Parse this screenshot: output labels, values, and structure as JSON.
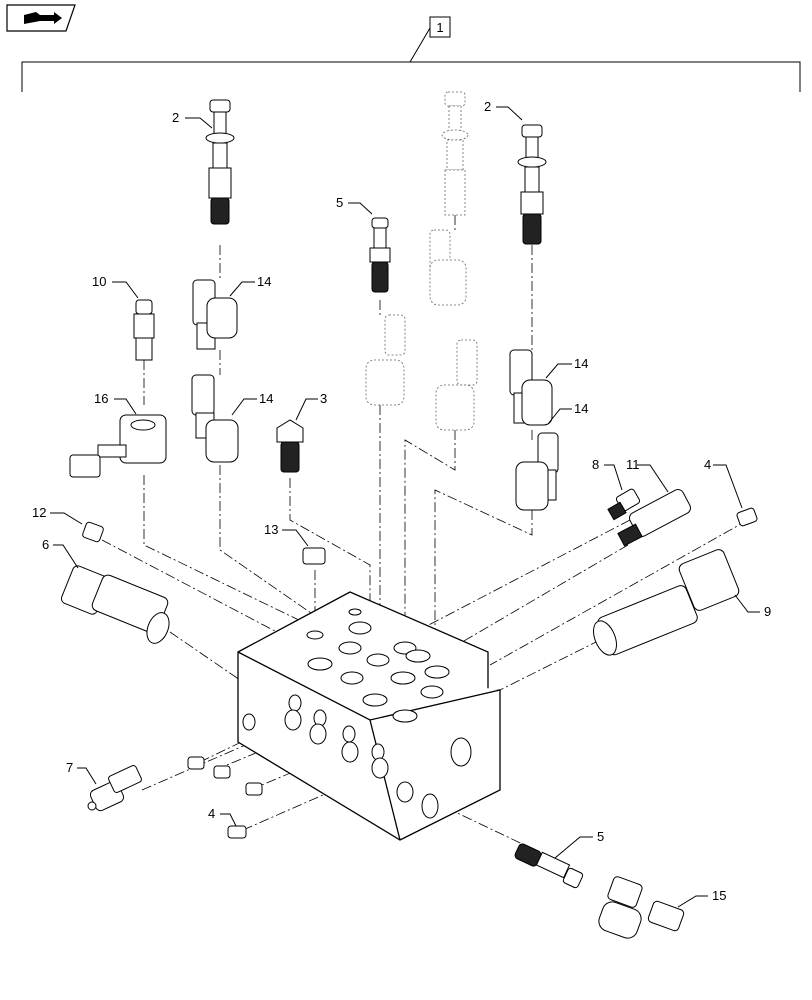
{
  "assembly_callout": "1",
  "callouts": {
    "c2a": "2",
    "c2b": "2",
    "c5a": "5",
    "c10": "10",
    "c14a": "14",
    "c14b": "14",
    "c14c": "14",
    "c14d": "14",
    "c16": "16",
    "c3": "3",
    "c8": "8",
    "c11": "11",
    "c4a": "4",
    "c12": "12",
    "c13": "13",
    "c6": "6",
    "c9": "9",
    "c7": "7",
    "c4b": "4",
    "c5b": "5",
    "c15": "15"
  },
  "icons": {
    "nav": "book-arrow-icon"
  }
}
